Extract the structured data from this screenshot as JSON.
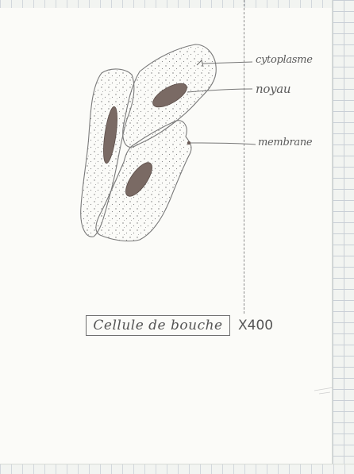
{
  "labels": {
    "cytoplasm": "cytoplasme",
    "nucleus": "noyau",
    "membrane": "membrane"
  },
  "caption": "Cellule de bouche",
  "magnification": "X400",
  "colors": {
    "paper": "#fbfbf8",
    "pencil": "#5a5a5a",
    "nucleus_fill": "#7a6a64",
    "grid": "#c9cfd6"
  }
}
